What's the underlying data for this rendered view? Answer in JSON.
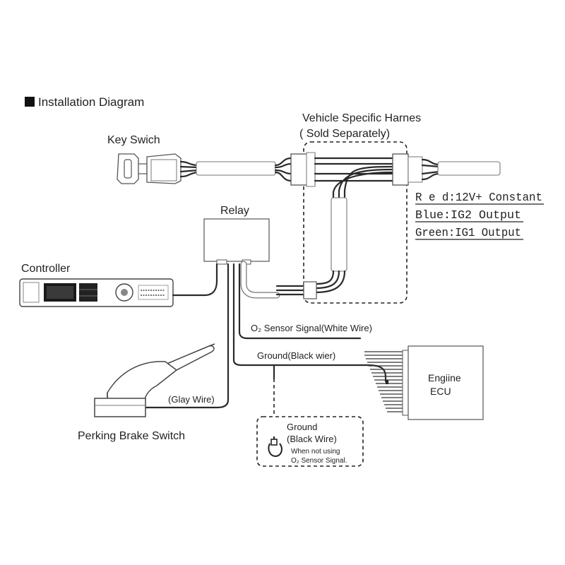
{
  "title": "Installation Diagram",
  "labels": {
    "key_switch": "Key Swich",
    "vehicle_harness": "Vehicle Specific Harnes",
    "sold_separately": "( Sold Separately)",
    "relay": "Relay",
    "controller": "Controller",
    "o2_signal": "O₂ Sensor Signal(White Wire)",
    "ground_black": "Ground(Black wier)",
    "glay_wire": "(Glay Wire)",
    "perking_brake": "Perking Brake Switch",
    "ecu_line1": "Engiine",
    "ecu_line2": "ECU",
    "ground_box_title": "Ground",
    "ground_box_wire": "(Black Wire)",
    "ground_box_note1": "When not using",
    "ground_box_note2": "O₂ Sensor Signal."
  },
  "wire_legend": [
    {
      "text": "R e d:12V+ Constant"
    },
    {
      "text": "Blue:IG2 Output"
    },
    {
      "text": "Green:IG1 Output"
    }
  ],
  "icons": {
    "legend_square": "black-square-icon",
    "ground": "ground-terminal-icon"
  },
  "colors": {
    "wire": "#2a2a2a",
    "text": "#222222"
  }
}
